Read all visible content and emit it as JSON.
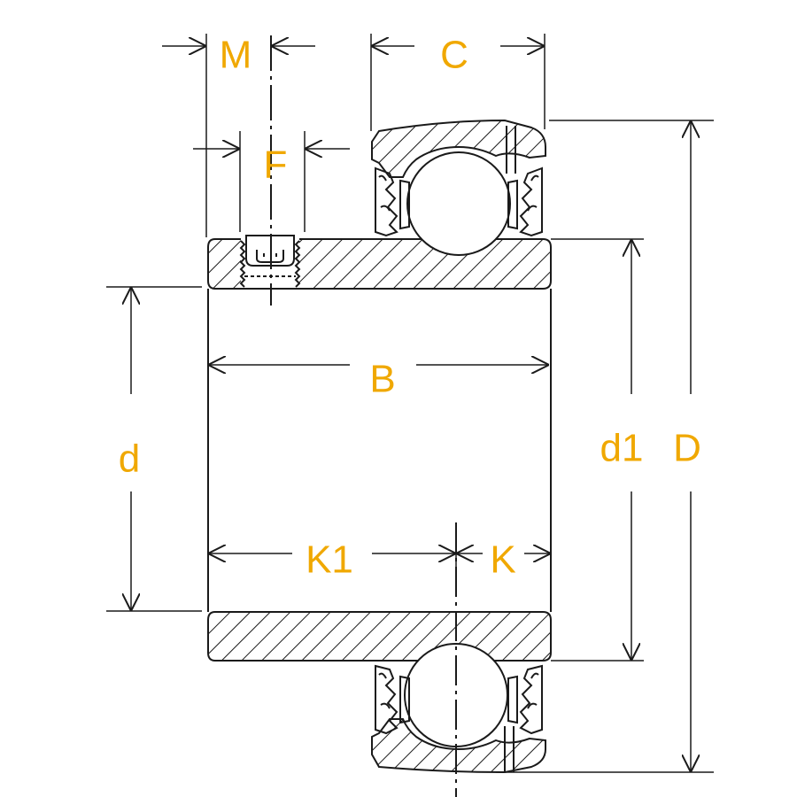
{
  "colors": {
    "line": "#1a1a1a",
    "label": "#f0a800",
    "background": "#ffffff"
  },
  "labels": {
    "M": "M",
    "C": "C",
    "F": "F",
    "B": "B",
    "d": "d",
    "d1": "d1",
    "D": "D",
    "K1": "K1",
    "K": "K"
  }
}
